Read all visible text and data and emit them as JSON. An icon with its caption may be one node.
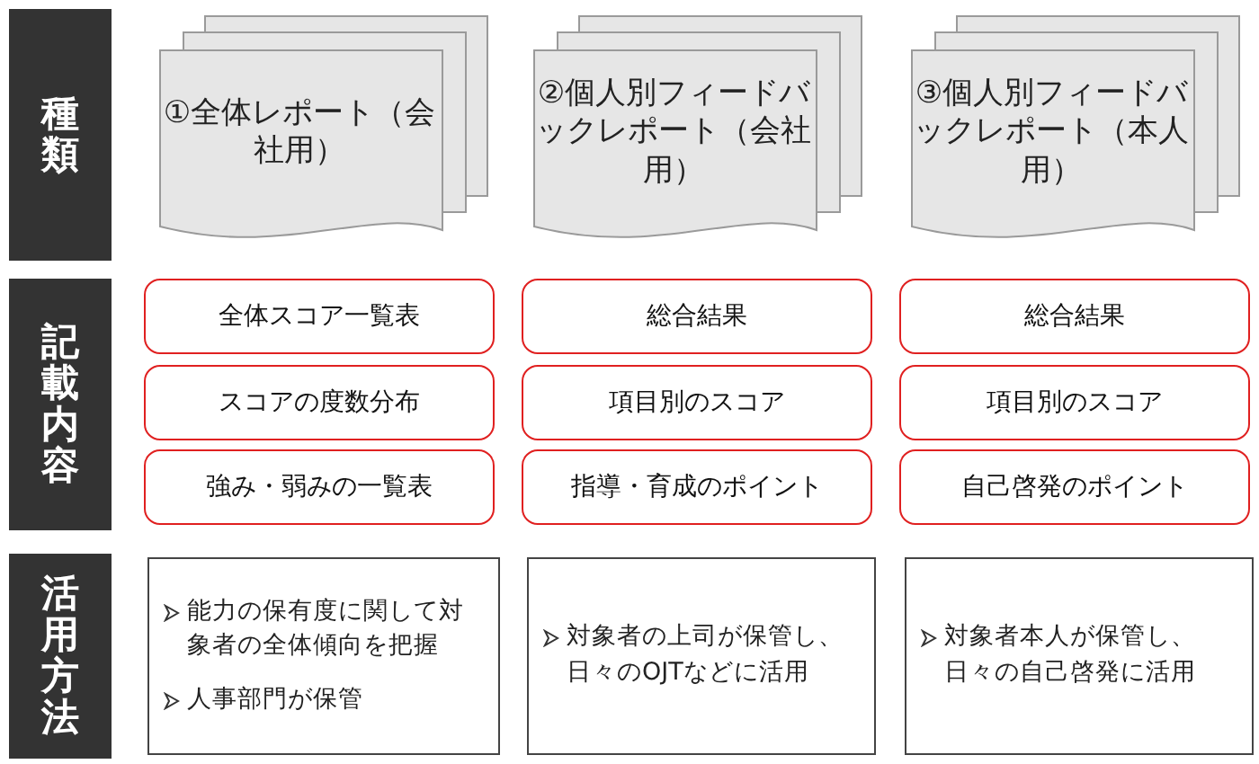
{
  "diagram": {
    "nodes": [
      {
        "text": [
          "種類"
        ]
      },
      {
        "text": [
          "①全体レポート（会社用）"
        ]
      },
      {
        "text": [
          "②個人別フィードバックレポート（会社用）"
        ]
      },
      {
        "text": [
          "③個人別フィードバックレポート（本人用）"
        ]
      },
      {
        "text": [
          "記載内容"
        ]
      },
      {
        "text": [
          "全体スコア一覧表"
        ]
      },
      {
        "text": [
          "総合結果"
        ]
      },
      {
        "text": [
          "総合結果"
        ]
      },
      {
        "text": [
          "スコアの度数分布"
        ]
      },
      {
        "text": [
          "項目別のスコア"
        ]
      },
      {
        "text": [
          "項目別のスコア"
        ]
      },
      {
        "text": [
          "強み・弱みの一覧表"
        ]
      },
      {
        "text": [
          "指導・育成のポイント"
        ]
      },
      {
        "text": [
          "自己啓発のポイント"
        ]
      },
      {
        "text": [
          "活用方法"
        ]
      },
      {
        "text": [
          "能力の保有度に関して対象者の全体傾向を把握",
          "人事部門が保管"
        ]
      },
      {
        "text": [
          "対象者の上司が保管し、日々のOJTなどに活用"
        ]
      },
      {
        "text": [
          "対象者本人が保管し、日々の自己啓発に活用"
        ]
      }
    ],
    "edges": []
  }
}
